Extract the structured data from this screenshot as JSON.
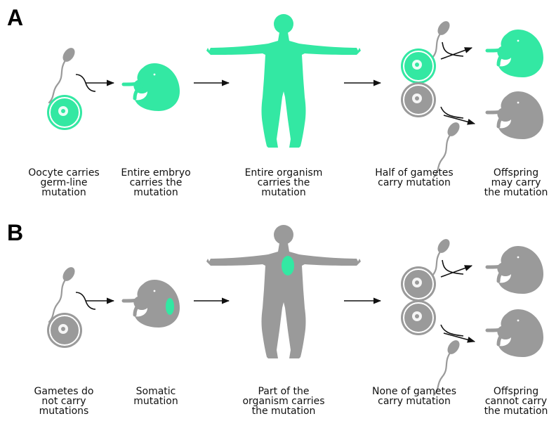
{
  "colors": {
    "mutant": "#33e8a3",
    "mutant_light": "#8cf2c9",
    "normal": "#9a9a9a",
    "normal_light": "#c8c8c8",
    "arrow": "#111111"
  },
  "panels": [
    {
      "label": "A",
      "captions": [
        [
          "Oocyte carries",
          "germ-line",
          "mutation"
        ],
        [
          "Entire embryo",
          "carries the",
          "mutation"
        ],
        [
          "Entire organism",
          "carries the",
          "mutation"
        ],
        [
          "Half of gametes",
          "carry mutation"
        ],
        [
          "Offspring",
          "may carry",
          "the mutation"
        ]
      ]
    },
    {
      "label": "B",
      "captions": [
        [
          "Gametes do",
          "not carry",
          "mutations"
        ],
        [
          "Somatic",
          "mutation"
        ],
        [
          "Part of the",
          "organism carries",
          "the mutation"
        ],
        [
          "None of gametes",
          "carry mutation"
        ],
        [
          "Offspring",
          "cannot carry",
          "the mutation"
        ]
      ]
    }
  ],
  "icons": [
    "sperm-icon",
    "oocyte-icon",
    "embryo-icon",
    "human-figure-icon",
    "arrow-icon"
  ]
}
